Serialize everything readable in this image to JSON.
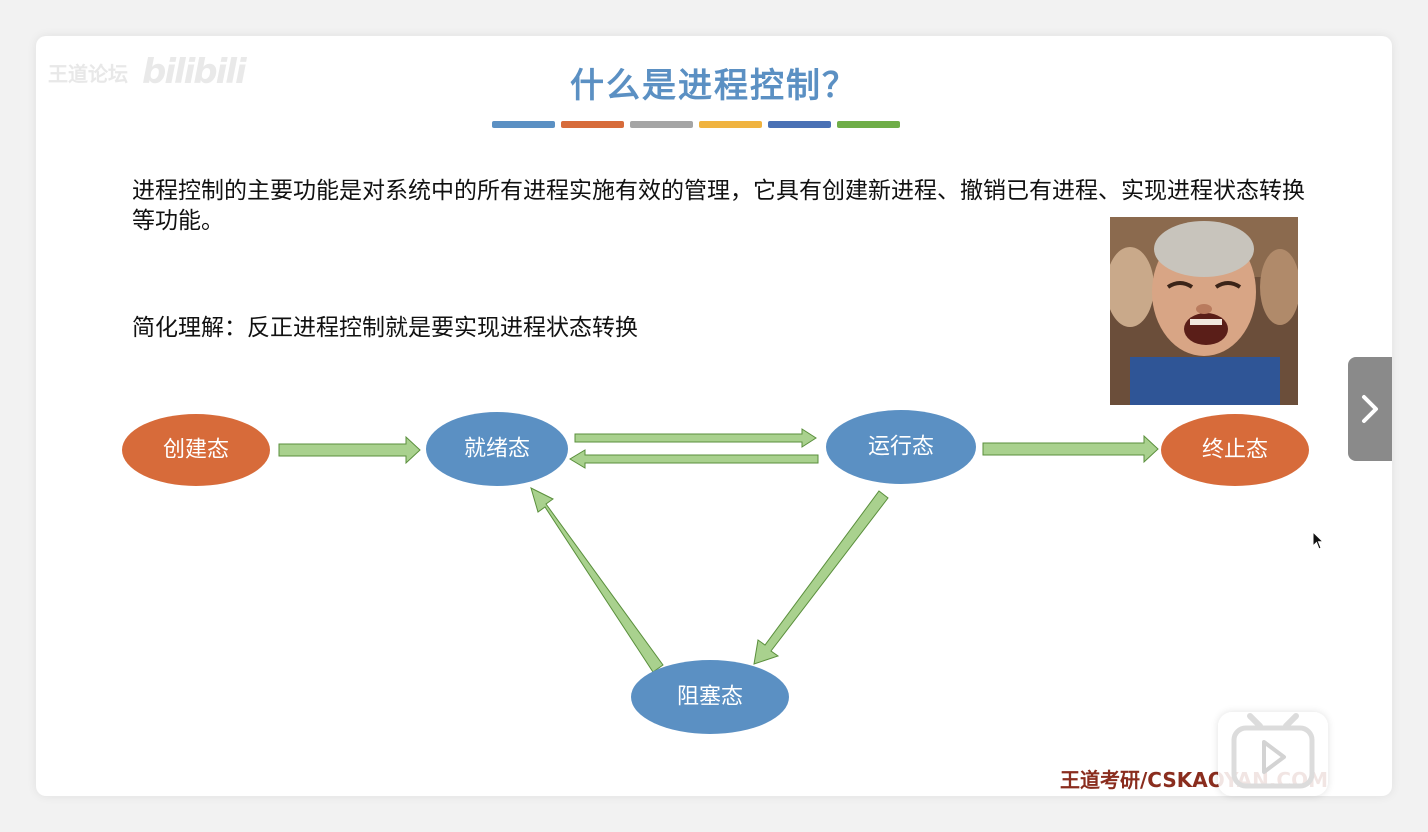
{
  "watermark": {
    "text": "王道论坛",
    "logo": "bilibili"
  },
  "slide": {
    "title": "什么是进程控制？",
    "color_bars": [
      "#5b90c3",
      "#d76b3a",
      "#a5a5a5",
      "#f0b33f",
      "#4a71b5",
      "#6fae48"
    ],
    "paragraph": "进程控制的主要功能是对系统中的所有进程实施有效的管理，它具有创建新进程、撤销已有进程、实现进程状态转换等功能。",
    "simplified": "简化理解：反正进程控制就是要实现进程状态转换",
    "brand": "王道考研/CSKAOYAN.COM"
  },
  "diagram": {
    "states": {
      "new": "创建态",
      "ready": "就绪态",
      "running": "运行态",
      "terminated": "终止态",
      "blocked": "阻塞态"
    },
    "colors": {
      "blue_state": "#5b90c3",
      "orange_state": "#d76b3a",
      "arrow_fill": "#a9d18e",
      "arrow_stroke": "#5a8f3c"
    }
  },
  "icons": {
    "next": "chevron-right-icon",
    "play": "play-icon",
    "cursor": "cursor-arrow-icon"
  }
}
